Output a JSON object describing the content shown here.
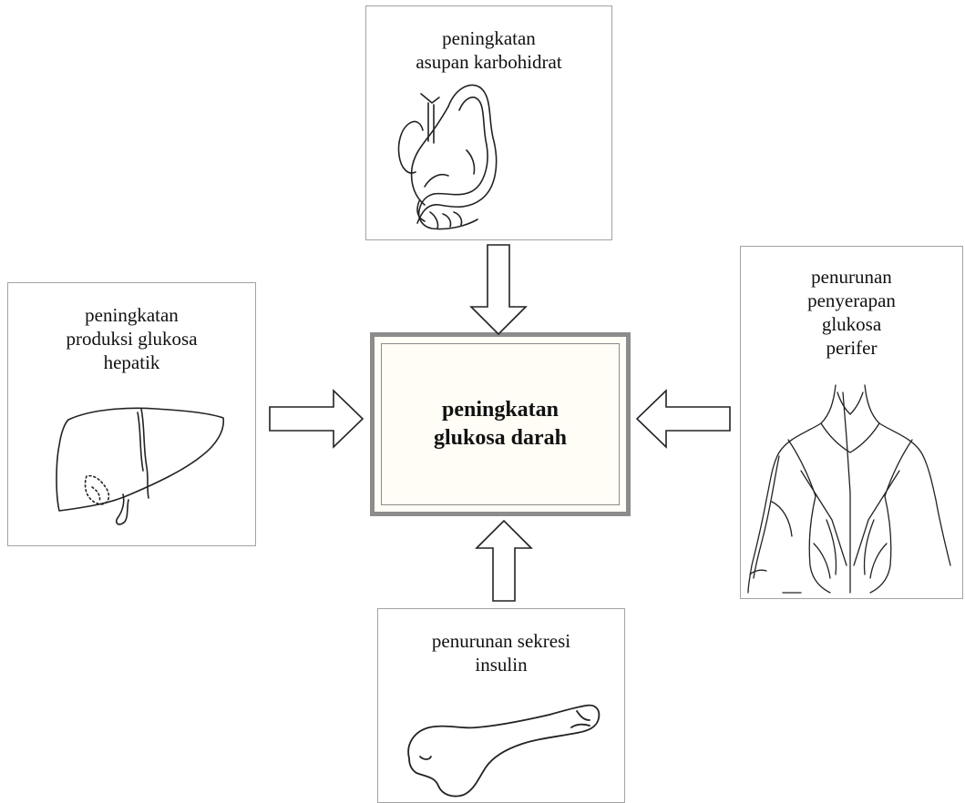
{
  "diagram": {
    "center": {
      "label": "peningkatan\nglukosa darah"
    },
    "nodes": {
      "top": {
        "label": "peningkatan\nasupan karbohidrat",
        "icon": "stomach-illustration"
      },
      "left": {
        "label": "peningkatan\nproduksi glukosa\nhepatik",
        "icon": "liver-illustration"
      },
      "right": {
        "label": "penurunan\npenyerapan\nglukosa\nperifer",
        "icon": "back-muscles-illustration"
      },
      "bottom": {
        "label": "penurunan sekresi\ninsulin",
        "icon": "pancreas-illustration"
      }
    },
    "colors": {
      "box_border": "#a3a3a3",
      "center_border": "#8c8c8c",
      "center_fill": "#fffdf5",
      "arrow_stroke": "#222222"
    }
  }
}
